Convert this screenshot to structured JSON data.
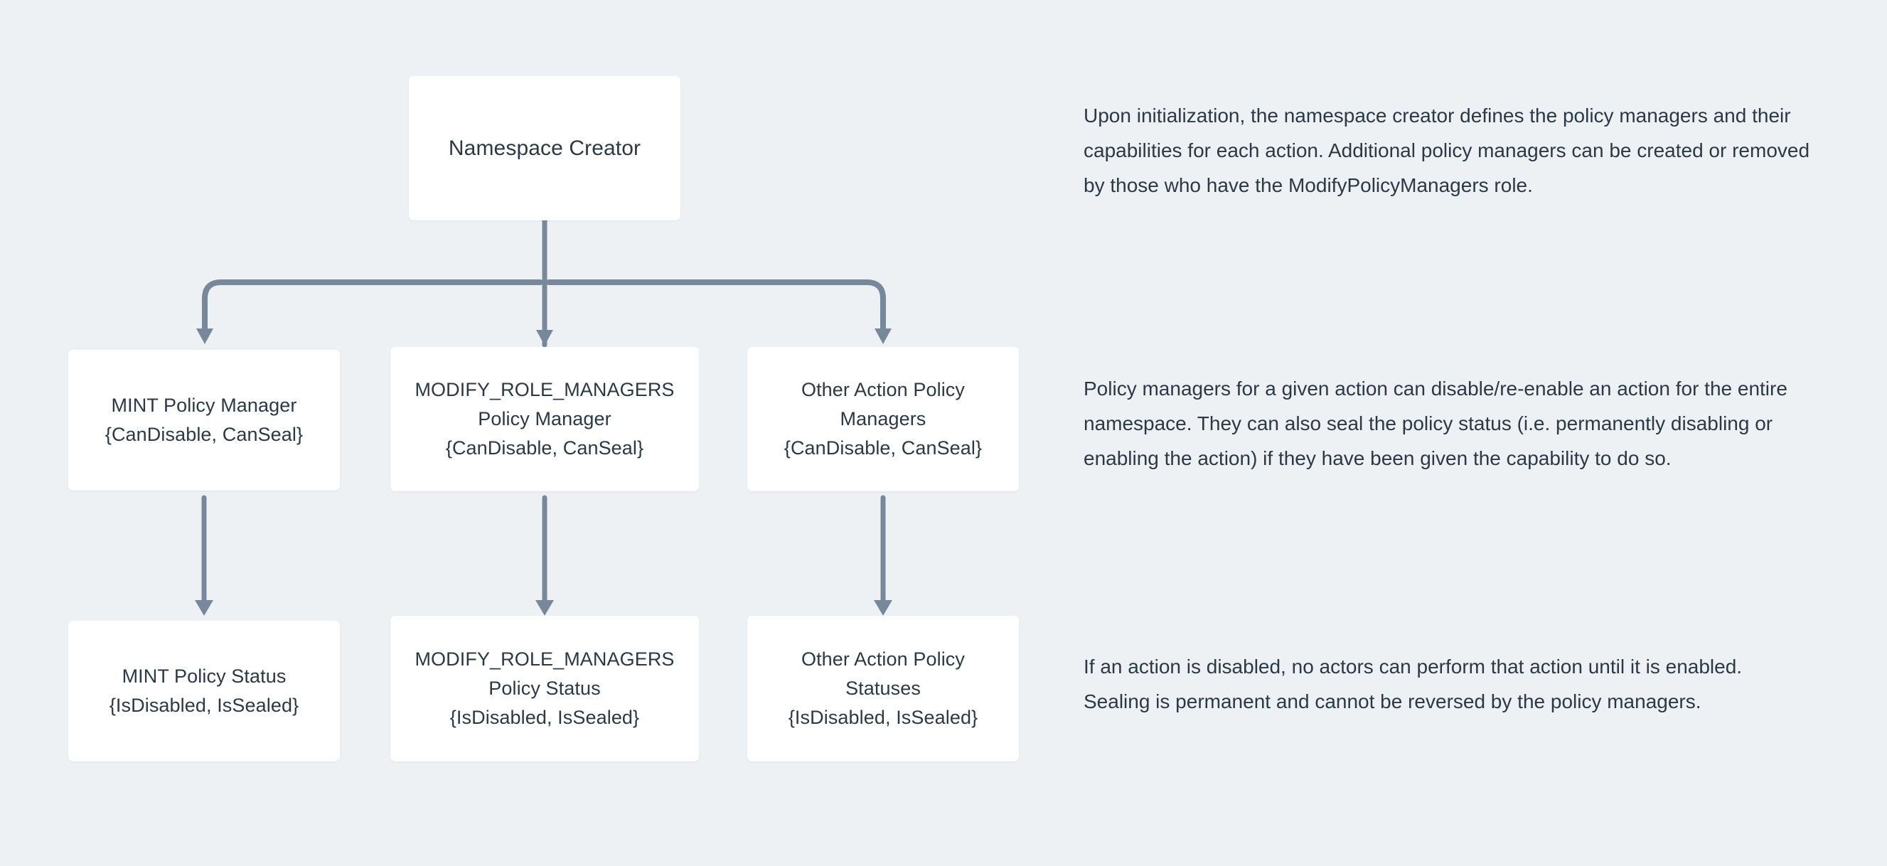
{
  "canvas": {
    "background_color": "#eef1f4",
    "node_fill_color": "#ffffff",
    "node_text_color": "#2b3947",
    "connector_color": "#78889b",
    "annotation_text_color": "#2b3947"
  },
  "diagram": {
    "type": "flowchart",
    "root": {
      "id": "namespace-creator",
      "label": "Namespace Creator"
    },
    "manager_row": [
      {
        "id": "mint-policy-manager",
        "title": "MINT Policy Manager",
        "capabilities": "{CanDisable, CanSeal}",
        "label": "MINT Policy Manager\n{CanDisable, CanSeal}"
      },
      {
        "id": "modify-role-managers-policy-manager",
        "title": "MODIFY_ROLE_MANAGERS\nPolicy Manager",
        "capabilities": "{CanDisable, CanSeal}",
        "label": "MODIFY_ROLE_MANAGERS\nPolicy Manager\n{CanDisable, CanSeal}"
      },
      {
        "id": "other-action-policy-managers",
        "title": "Other Action Policy\nManagers",
        "capabilities": "{CanDisable, CanSeal}",
        "label": "Other Action Policy\nManagers\n{CanDisable, CanSeal}"
      }
    ],
    "status_row": [
      {
        "id": "mint-policy-status",
        "title": "MINT Policy Status",
        "flags": "{IsDisabled, IsSealed}",
        "label": "MINT Policy Status\n{IsDisabled, IsSealed}"
      },
      {
        "id": "modify-role-managers-policy-status",
        "title": "MODIFY_ROLE_MANAGERS\nPolicy Status",
        "flags": "{IsDisabled, IsSealed}",
        "label": "MODIFY_ROLE_MANAGERS\nPolicy Status\n{IsDisabled, IsSealed}"
      },
      {
        "id": "other-action-policy-statuses",
        "title": "Other Action Policy\nStatuses",
        "flags": "{IsDisabled, IsSealed}",
        "label": "Other Action Policy\nStatuses\n{IsDisabled, IsSealed}"
      }
    ],
    "edges": [
      {
        "from": "namespace-creator",
        "to": "mint-policy-manager",
        "style": "elbow-arrow"
      },
      {
        "from": "namespace-creator",
        "to": "modify-role-managers-policy-manager",
        "style": "straight-arrow"
      },
      {
        "from": "namespace-creator",
        "to": "other-action-policy-managers",
        "style": "elbow-arrow"
      },
      {
        "from": "mint-policy-manager",
        "to": "mint-policy-status",
        "style": "straight-arrow"
      },
      {
        "from": "modify-role-managers-policy-manager",
        "to": "modify-role-managers-policy-status",
        "style": "straight-arrow"
      },
      {
        "from": "other-action-policy-managers",
        "to": "other-action-policy-statuses",
        "style": "straight-arrow"
      }
    ]
  },
  "annotations": [
    {
      "id": "annotation-initialization",
      "text": "Upon initialization, the namespace creator defines the policy managers and their capabilities for each action. Additional policy managers can be created or removed by those who have the ModifyPolicyManagers role."
    },
    {
      "id": "annotation-capabilities",
      "text": "Policy managers for a given action can disable/re-enable an action for the entire namespace. They can also seal the policy status (i.e. permanently disabling or enabling the action) if they have been given the capability to do so."
    },
    {
      "id": "annotation-sealing",
      "text": "If an action is disabled, no actors can perform that action until it is enabled. Sealing is permanent and cannot be reversed by the policy managers."
    }
  ]
}
